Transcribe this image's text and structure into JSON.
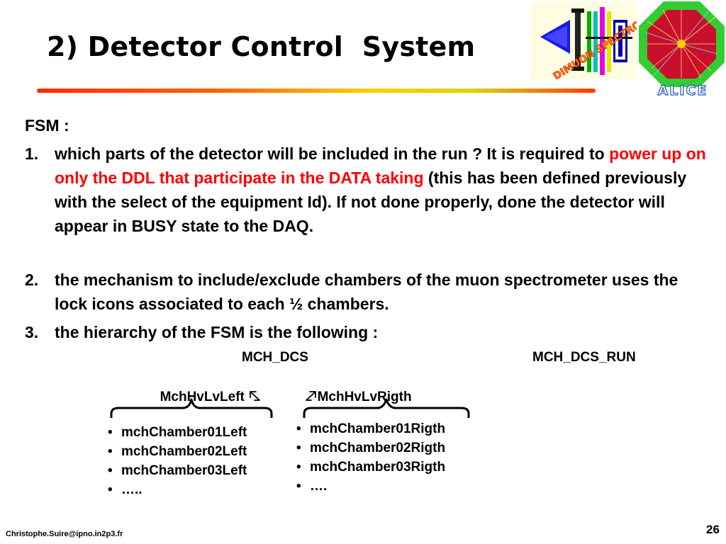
{
  "slide": {
    "title": "2) Detector Control  System",
    "fsm_heading": "FSM :",
    "items": [
      {
        "number": "1.",
        "text_before": "which parts of the detector will be included in the run ? It is required to ",
        "highlight": "power up on only the DDL  that participate in the DATA taking",
        "text_after": " (this has been defined previously with the select of the equipment Id). If not done properly, done the detector will appear in BUSY state to the DAQ."
      },
      {
        "number": "2.",
        "text": "the mechanism to include/exclude chambers  of the muon spectrometer uses the lock icons associated to each ½ chambers."
      },
      {
        "number": "3.",
        "text": "the hierarchy of the FSM is the following :"
      }
    ],
    "hierarchy": {
      "root_left": "MCH_DCS",
      "root_right": "MCH_DCS_RUN",
      "branch_left": "MchHvLvLeft ",
      "branch_right": "MchHvLvRigth",
      "bullet_symbol": "•",
      "left_children": [
        "mchChamber01Left",
        "mchChamber02Left",
        "mchChamber03Left",
        "….."
      ],
      "right_children": [
        "mchChamber01Rigth",
        "mchChamber02Rigth",
        "mchChamber03Rigth",
        "…."
      ]
    },
    "logos": {
      "dimuon_text": "DIMUON SPECTROMETER",
      "alice_text": "ALICE"
    },
    "footer_email": "Christophe.Suire@ipno.in2p3.fr",
    "page_number": "26",
    "colors": {
      "highlight": "#ff0000",
      "rule_start": "#ff2a00",
      "rule_mid": "#ffd000",
      "alice_green": "#33cc33"
    }
  }
}
